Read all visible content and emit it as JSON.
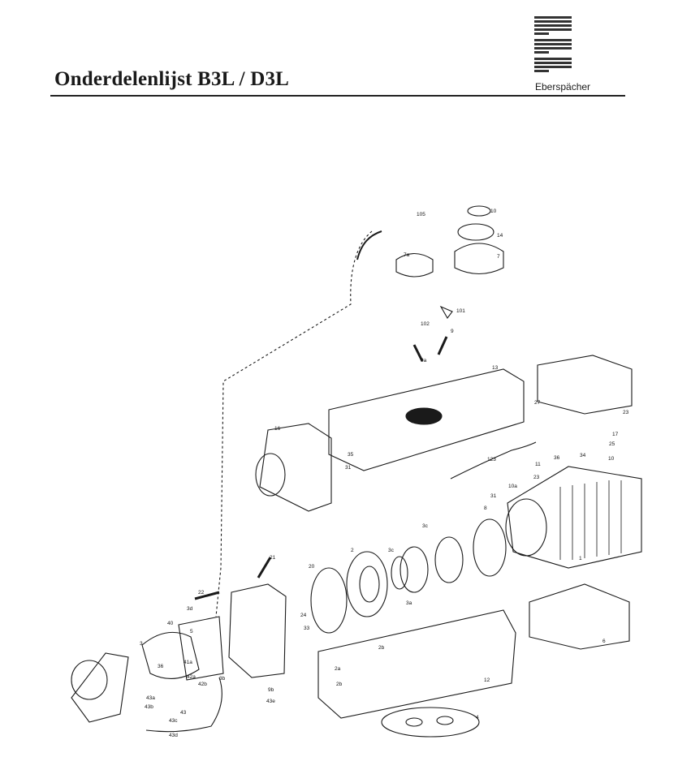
{
  "header": {
    "title": "Onderdelenlijst B3L / D3L",
    "logo_text": "Eberspächer"
  },
  "diagram": {
    "part_labels": [
      "105",
      "10",
      "7a",
      "14",
      "7",
      "101",
      "102",
      "9a",
      "9",
      "13",
      "27",
      "16",
      "23",
      "17",
      "25",
      "35",
      "123",
      "34",
      "11",
      "36",
      "31",
      "31",
      "10",
      "10a",
      "23",
      "8",
      "3c",
      "1",
      "21",
      "20",
      "2",
      "3c",
      "3a",
      "22",
      "3d",
      "24",
      "33",
      "2b",
      "6",
      "3",
      "40",
      "5",
      "12",
      "2a",
      "2b",
      "36",
      "41a",
      "42a",
      "42b",
      "43a",
      "43",
      "43c",
      "3b",
      "43b",
      "43d",
      "9b",
      "43e",
      "4"
    ]
  }
}
